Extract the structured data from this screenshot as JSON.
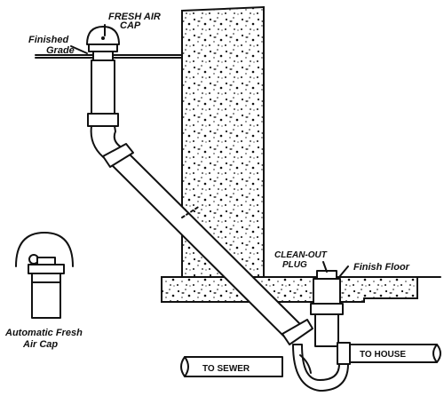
{
  "labels": {
    "fresh_air_cap_line1": "FRESH AIR",
    "fresh_air_cap_line2": "CAP",
    "finished_grade_line1": "Finished",
    "finished_grade_line2": "Grade",
    "clean_out_plug_line1": "CLEAN-OUT",
    "clean_out_plug_line2": "PLUG",
    "finish_floor": "Finish Floor",
    "to_sewer": "TO SEWER",
    "to_house": "TO HOUSE",
    "automatic_cap_line1": "Automatic Fresh",
    "automatic_cap_line2": "Air Cap"
  },
  "colors": {
    "ink": "#111111",
    "background": "#ffffff"
  }
}
